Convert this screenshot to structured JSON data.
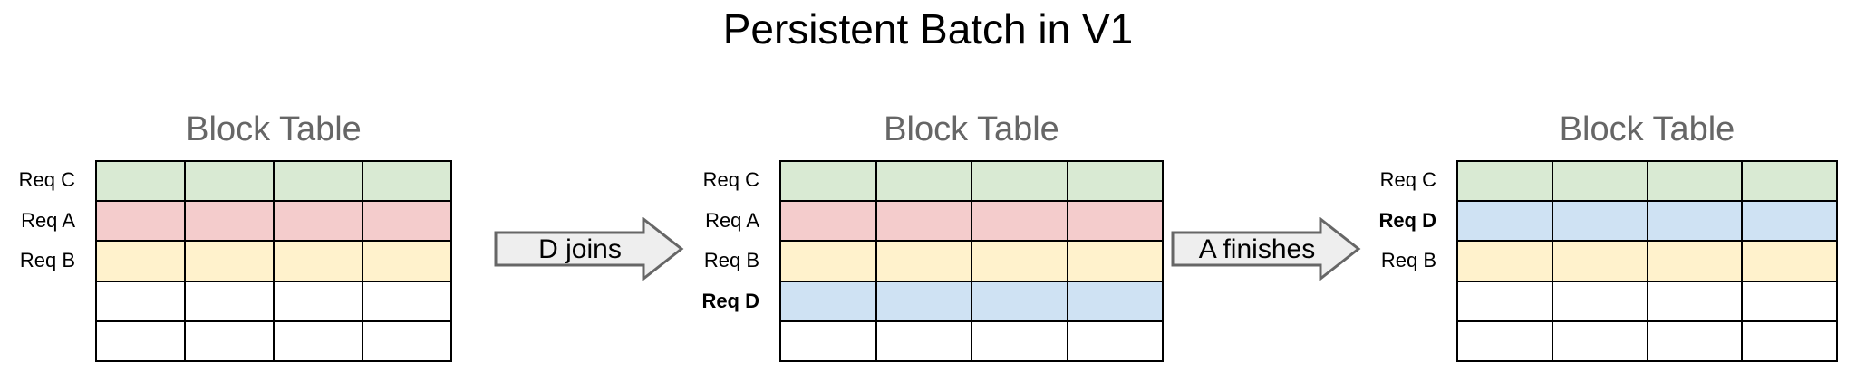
{
  "page_title": "Persistent Batch in V1",
  "colors": {
    "green": "#d9ead3",
    "pink": "#f4cccc",
    "yellow": "#fff2cc",
    "blue": "#cfe2f3",
    "empty": "#ffffff",
    "cell_border": "#000000",
    "block_title_gray": "#666666",
    "arrow_fill": "#eeeeee",
    "arrow_stroke": "#666666"
  },
  "panels": [
    {
      "title": "Block Table",
      "columns": 4,
      "rows": [
        {
          "label": "Req C",
          "color": "#d9ead3",
          "bold": false
        },
        {
          "label": "Req A",
          "color": "#f4cccc",
          "bold": false
        },
        {
          "label": "Req B",
          "color": "#fff2cc",
          "bold": false
        },
        {
          "label": "",
          "color": "#ffffff",
          "bold": false
        },
        {
          "label": "",
          "color": "#ffffff",
          "bold": false
        }
      ]
    },
    {
      "title": "Block Table",
      "columns": 4,
      "rows": [
        {
          "label": "Req C",
          "color": "#d9ead3",
          "bold": false
        },
        {
          "label": "Req A",
          "color": "#f4cccc",
          "bold": false
        },
        {
          "label": "Req B",
          "color": "#fff2cc",
          "bold": false
        },
        {
          "label": "Req D",
          "color": "#cfe2f3",
          "bold": true
        },
        {
          "label": "",
          "color": "#ffffff",
          "bold": false
        }
      ]
    },
    {
      "title": "Block Table",
      "columns": 4,
      "rows": [
        {
          "label": "Req C",
          "color": "#d9ead3",
          "bold": false
        },
        {
          "label": "Req D",
          "color": "#cfe2f3",
          "bold": true
        },
        {
          "label": "Req B",
          "color": "#fff2cc",
          "bold": false
        },
        {
          "label": "",
          "color": "#ffffff",
          "bold": false
        },
        {
          "label": "",
          "color": "#ffffff",
          "bold": false
        }
      ]
    }
  ],
  "arrows": [
    {
      "label": "D joins"
    },
    {
      "label": "A finishes"
    }
  ]
}
